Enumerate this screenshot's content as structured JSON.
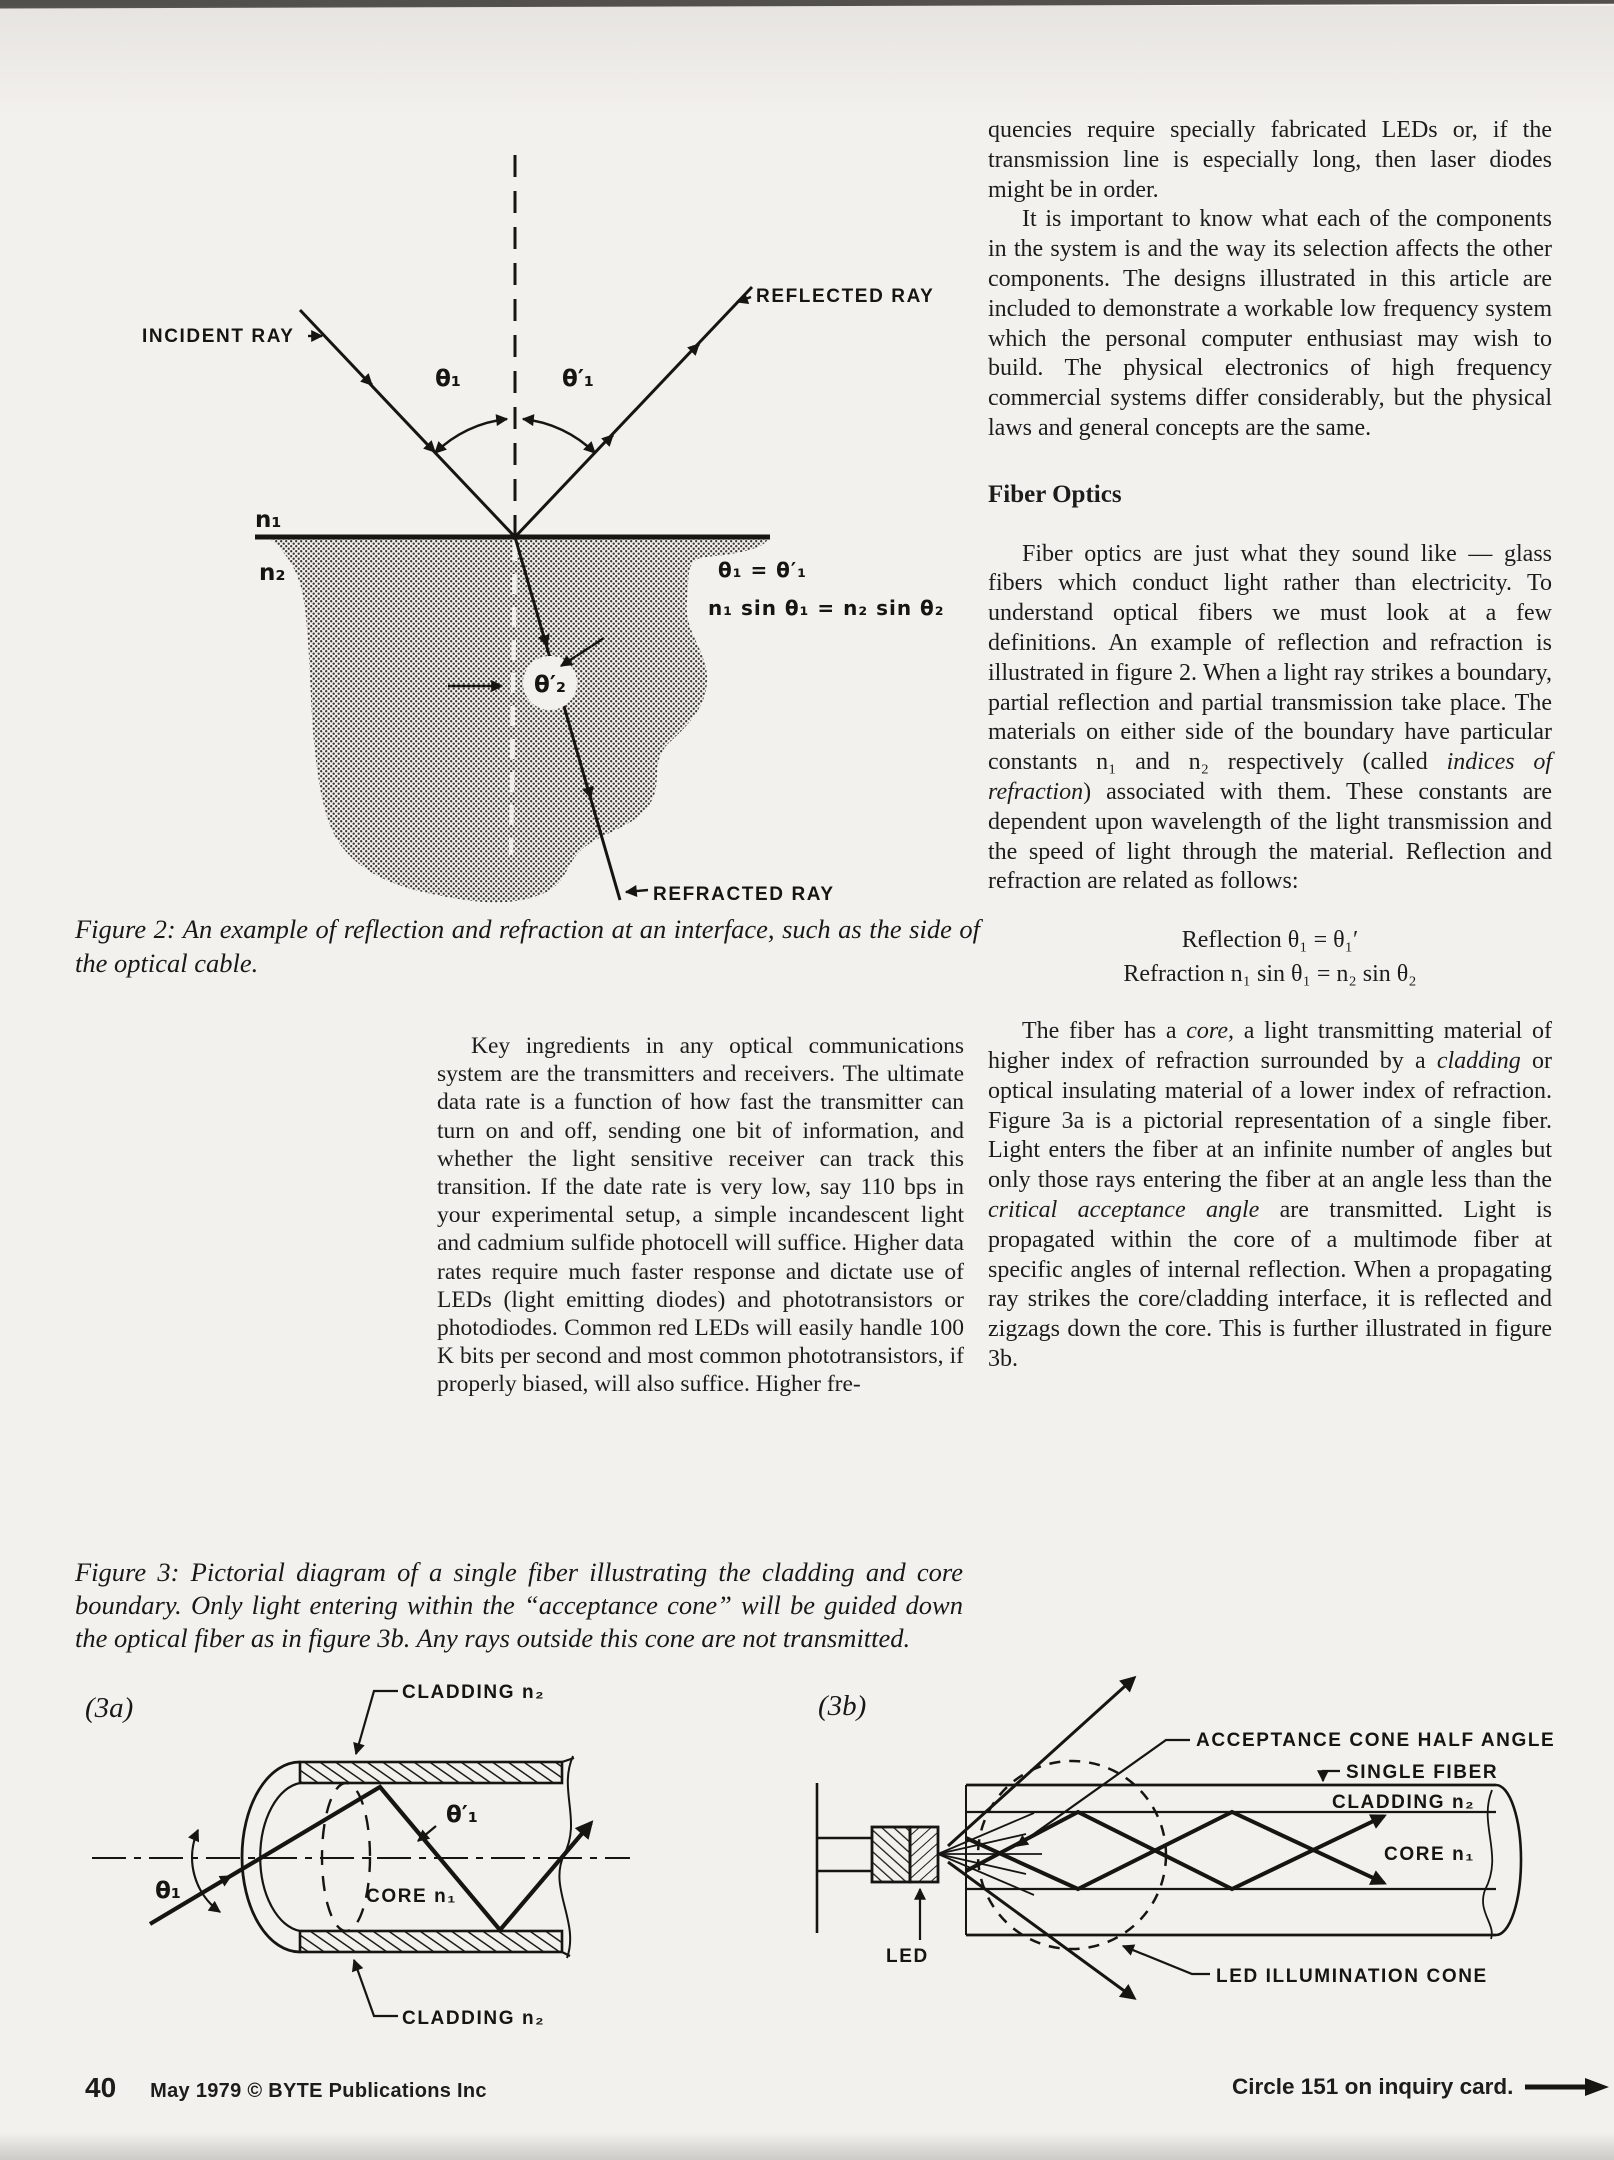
{
  "page": {
    "paper_color": "#f3f1ed",
    "ink_color": "#1d1c1a",
    "page_number": "40",
    "footer_left": "May 1979 © BYTE Publications Inc",
    "footer_right": "Circle 151 on inquiry card."
  },
  "figure2": {
    "labels": {
      "incident": "INCIDENT RAY",
      "reflected": "REFLECTED RAY",
      "refracted": "REFRACTED RAY",
      "n1": "n₁",
      "n2": "n₂",
      "theta1": "θ₁",
      "theta1p": "θ′₁",
      "theta2p": "θ′₂"
    },
    "equations": {
      "line1": "θ₁ = θ′₁",
      "line2": "n₁ sin θ₁ = n₂ sin θ₂"
    },
    "caption": "Figure 2: An example of reflection and refraction at an interface, such as the side of the optical cable."
  },
  "columns": {
    "left_para": "Key ingredients in any optical communications system are the transmitters and receivers. The ultimate data rate is a function of how fast the transmitter can turn on and off, sending one bit of information, and whether the light sensitive receiver can track this transition. If the date rate is very low, say 110 bps in your experimental setup, a simple incandescent light and cadmium sulfide photocell will suffice. Higher data rates require much faster response and dictate use of LEDs (light emitting diodes) and phototransistors or photodiodes. Common red LEDs will easily handle 100 K bits per second and most common phototransistors, if properly biased, will also suffice. Higher fre-",
    "right": {
      "para1": "quencies require specially fabricated LEDs or, if the transmission line is especially long, then laser diodes might be in order.",
      "para2": "It is important to know what each of the components in the system is and the way its selection affects the other components. The designs illustrated in this article are included to demonstrate a workable low frequency system which the personal computer enthusiast may wish to build. The physical electronics of high frequency commercial systems differ considerably, but the physical laws and general concepts are the same.",
      "heading": "Fiber Optics",
      "para3_segments": [
        {
          "t": "Fiber optics are just what they sound like — glass fibers which conduct light rather than electricity. To understand optical fibers we must look at a few definitions. An example of reflection and refraction is illustrated in figure 2. When a light ray strikes a boundary, partial reflection and partial transmission take place. The materials on either side of the boundary have particular constants n₁ and n₂ respectively (called "
        },
        {
          "t": "indices of refraction",
          "i": true
        },
        {
          "t": ") associated with them. These constants are dependent upon wavelength of the light transmission and the speed of light through the material. Reflection and refraction are related as follows:"
        }
      ],
      "eq_reflection": "Reflection θ₁ = θ₁′",
      "eq_refraction": "Refraction n₁ sin θ₁ = n₂ sin θ₂",
      "para4_segments": [
        {
          "t": "The fiber has a "
        },
        {
          "t": "core,",
          "i": true
        },
        {
          "t": " a light transmitting material of higher index of refraction surrounded by a "
        },
        {
          "t": "cladding",
          "i": true
        },
        {
          "t": " or optical insulating material of a lower index of refraction. Figure 3a is a pictorial representation of a single fiber. Light enters the fiber at an infinite number of angles but only those rays entering the fiber at an angle less than the "
        },
        {
          "t": "critical acceptance angle",
          "i": true
        },
        {
          "t": " are transmitted. Light is propagated within the core of a multimode fiber at specific angles of internal reflection. When a propagating ray strikes the core/cladding interface, it is reflected and zigzags down the core. This is further illustrated in figure 3b."
        }
      ]
    }
  },
  "figure3": {
    "caption": "Figure 3: Pictorial diagram of a single fiber illustrating the cladding and core boundary. Only light entering within the “acceptance cone” will be guided down the optical fiber as in figure 3b. Any rays outside this cone are not transmitted.",
    "label_a": "(3a)",
    "label_b": "(3b)",
    "a": {
      "cladding_top": "CLADDING n₂",
      "cladding_bottom": "CLADDING n₂",
      "core": "CORE n₁",
      "theta1": "θ₁",
      "theta1p": "θ′₁"
    },
    "b": {
      "acceptance": "ACCEPTANCE CONE HALF ANGLE",
      "single_fiber": "SINGLE FIBER",
      "cladding": "CLADDING n₂",
      "core": "CORE n₁",
      "led": "LED",
      "illumination": "LED ILLUMINATION CONE"
    }
  }
}
